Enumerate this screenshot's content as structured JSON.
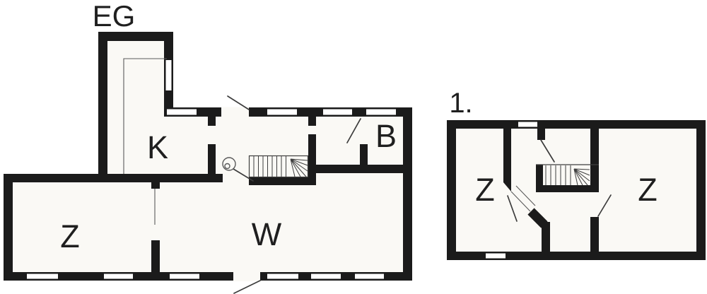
{
  "colors": {
    "wall": "#1b1b1b",
    "paper": "#faf9f5",
    "line": "#3c3c3c",
    "background": "#ffffff"
  },
  "plans": {
    "ground_floor": {
      "title": "EG",
      "rooms": {
        "kitchen": "K",
        "bathroom": "B",
        "bedroom": "Z",
        "living_room": "W"
      }
    },
    "first_floor": {
      "title": "1.",
      "rooms": {
        "bedroom_left": "Z",
        "bedroom_right": "Z"
      }
    }
  }
}
